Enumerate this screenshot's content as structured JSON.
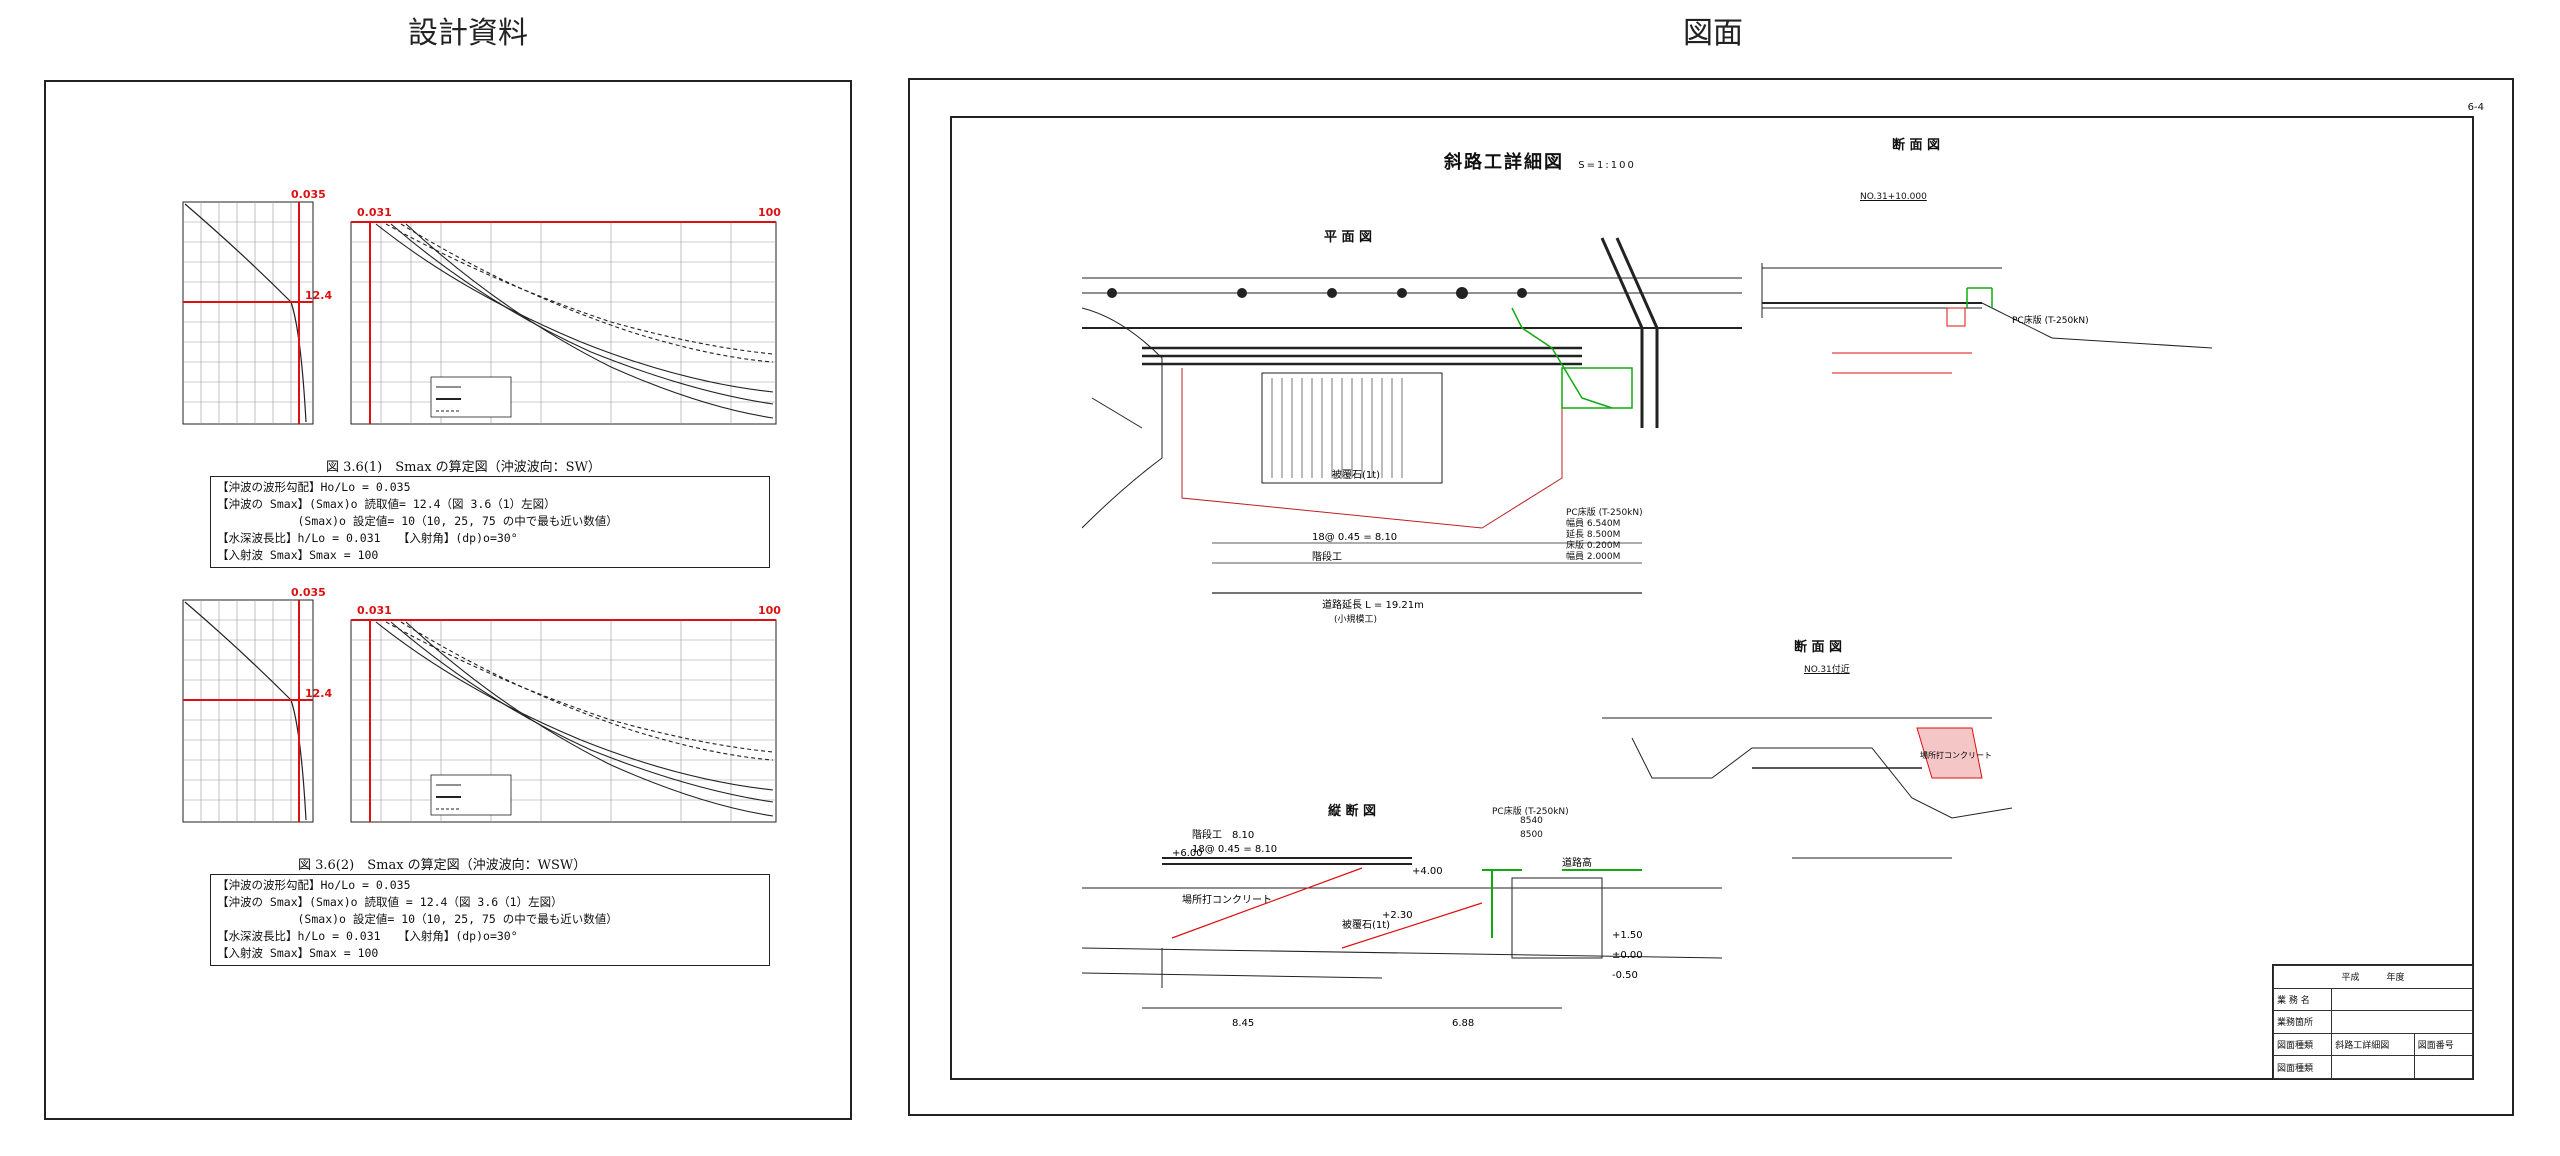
{
  "panes": {
    "left_title": "設計資料",
    "right_title": "図面"
  },
  "charts": [
    {
      "small_marks": {
        "x": "0.035",
        "y": "12.4"
      },
      "big_marks": {
        "x": "0.031",
        "y": "100"
      },
      "caption": "図 3.6(1)　Smax の算定図（沖波波向：SW）",
      "notes": [
        "【沖波の波形勾配】Ho/Lo = 0.035",
        "【沖波の Smax】(Smax)o 読取値= 12.4（図 3.6（1）左図）",
        "　　　　　　　(Smax)o 設定値= 10（10, 25, 75 の中で最も近い数値）",
        "【水深波長比】h/Lo = 0.031　　【入射角】(dp)o=30°",
        "【入射波 Smax】Smax = 100"
      ]
    },
    {
      "small_marks": {
        "x": "0.035",
        "y": "12.4"
      },
      "big_marks": {
        "x": "0.031",
        "y": "100"
      },
      "caption": "図 3.6(2)　Smax の算定図（沖波波向：WSW）",
      "notes": [
        "【沖波の波形勾配】Ho/Lo = 0.035",
        "【沖波の Smax】(Smax)o 読取値 = 12.4（図 3.6（1）左図）",
        "　　　　　　　(Smax)o 設定値= 10（10, 25, 75 の中で最も近い数値）",
        "【水深波長比】h/Lo = 0.031　　【入射角】(dp)o=30°",
        "【入射波 Smax】Smax = 100"
      ]
    }
  ],
  "drawing": {
    "sheet_no": "6-4",
    "main_title": "斜路工詳細図",
    "scale": "S=1:100",
    "plan_title": "平 面 図",
    "section_title_1": "断 面 図",
    "section_title_2": "断 面 図",
    "longitudinal_title": "縦 断 図",
    "section_no_1": "NO.31+10.000",
    "section_no_2": "NO.31付近",
    "labels": {
      "pc_beam_1": "PC床版 (T-250kN)",
      "pc_beam_2": "PC床版 (T-250kN)",
      "pc_beam_3": "PC床版 (T-250kN)",
      "concrete": "場所打コンクリート",
      "road": "道路高",
      "stairs": "階段工",
      "riprap": "被覆石(1t)",
      "total_len": "道路延長 L = 19.21m",
      "total_len_sub": "(小規模工)",
      "dim_1": "18@ 0.45 = 8.10",
      "dim_2": "8540",
      "dim_3": "8500",
      "dim_4": "8.45",
      "dim_5": "6.88",
      "dim_stairs": "階段工　8.10",
      "lv_plus6": "+6.00",
      "lv_plus4": "+4.00",
      "lv_plus2": "+2.30",
      "lv_plus15": "+1.50",
      "lv_pm": "±0.00",
      "lv_m05": "-0.50"
    },
    "spec": [
      "幅員 6.540M",
      "延長 8.500M",
      "床版 0.200M",
      "幅員 2.000M"
    ],
    "title_block": {
      "row1_left": "平成　　　年度",
      "row2_label": "業 務 名",
      "row3_label": "業務箇所",
      "row4_label": "図面種類",
      "row4_value": "斜路工詳細図",
      "row4_right": "図面番号",
      "row5_label": "図面種類"
    }
  }
}
